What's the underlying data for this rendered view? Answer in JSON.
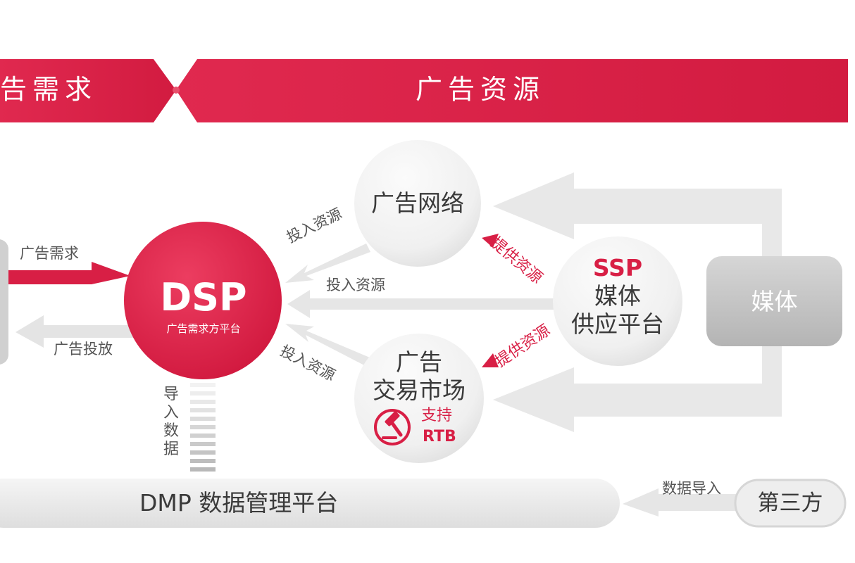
{
  "banner": {
    "left_label": "告需求",
    "right_label": "广告资源"
  },
  "nodes": {
    "dsp": {
      "title": "DSP",
      "subtitle": "广告需求方平台"
    },
    "ad_network": {
      "label": "广告网络"
    },
    "ad_exchange": {
      "line1": "广告",
      "line2": "交易市场",
      "rtb_line1": "支持",
      "rtb_line2": "RTB"
    },
    "ssp": {
      "title": "SSP",
      "line1": "媒体",
      "line2": "供应平台"
    },
    "media": {
      "label": "媒体"
    },
    "dmp": {
      "label": "DMP 数据管理平台"
    },
    "third_party": {
      "label": "第三方"
    }
  },
  "edges": {
    "ad_demand": "广告需求",
    "ad_delivery": "广告投放",
    "invest_upper": "投入资源",
    "invest_middle": "投入资源",
    "invest_lower": "投入资源",
    "provide_upper": "提供资源",
    "provide_lower": "提供资源",
    "import_data": "导入数据",
    "data_import": "数据导入"
  },
  "colors": {
    "brand_red": "#d81f45",
    "arrow_gray": "#e6e6e6",
    "node_gray": "#efefef",
    "text_dark": "#3a3a3a"
  },
  "icons": {
    "auction": "gavel-icon"
  }
}
